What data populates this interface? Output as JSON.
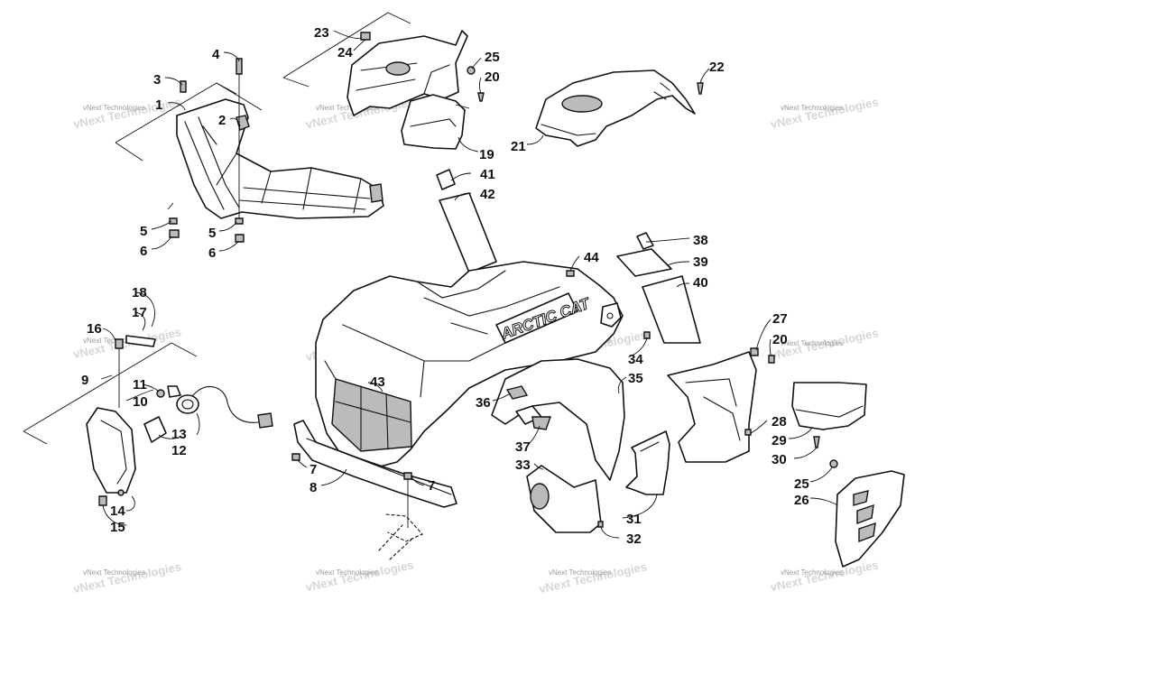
{
  "watermark_text": "vNext Technologies",
  "brand_text": "ARCTIC CAT",
  "callouts": [
    "1",
    "2",
    "3",
    "4",
    "5",
    "6",
    "7",
    "8",
    "9",
    "10",
    "11",
    "12",
    "13",
    "14",
    "15",
    "16",
    "17",
    "18",
    "19",
    "20",
    "21",
    "22",
    "23",
    "24",
    "25",
    "26",
    "27",
    "28",
    "29",
    "30",
    "31",
    "32",
    "33",
    "34",
    "35",
    "36",
    "37",
    "38",
    "39",
    "40",
    "41",
    "42",
    "43",
    "44"
  ]
}
